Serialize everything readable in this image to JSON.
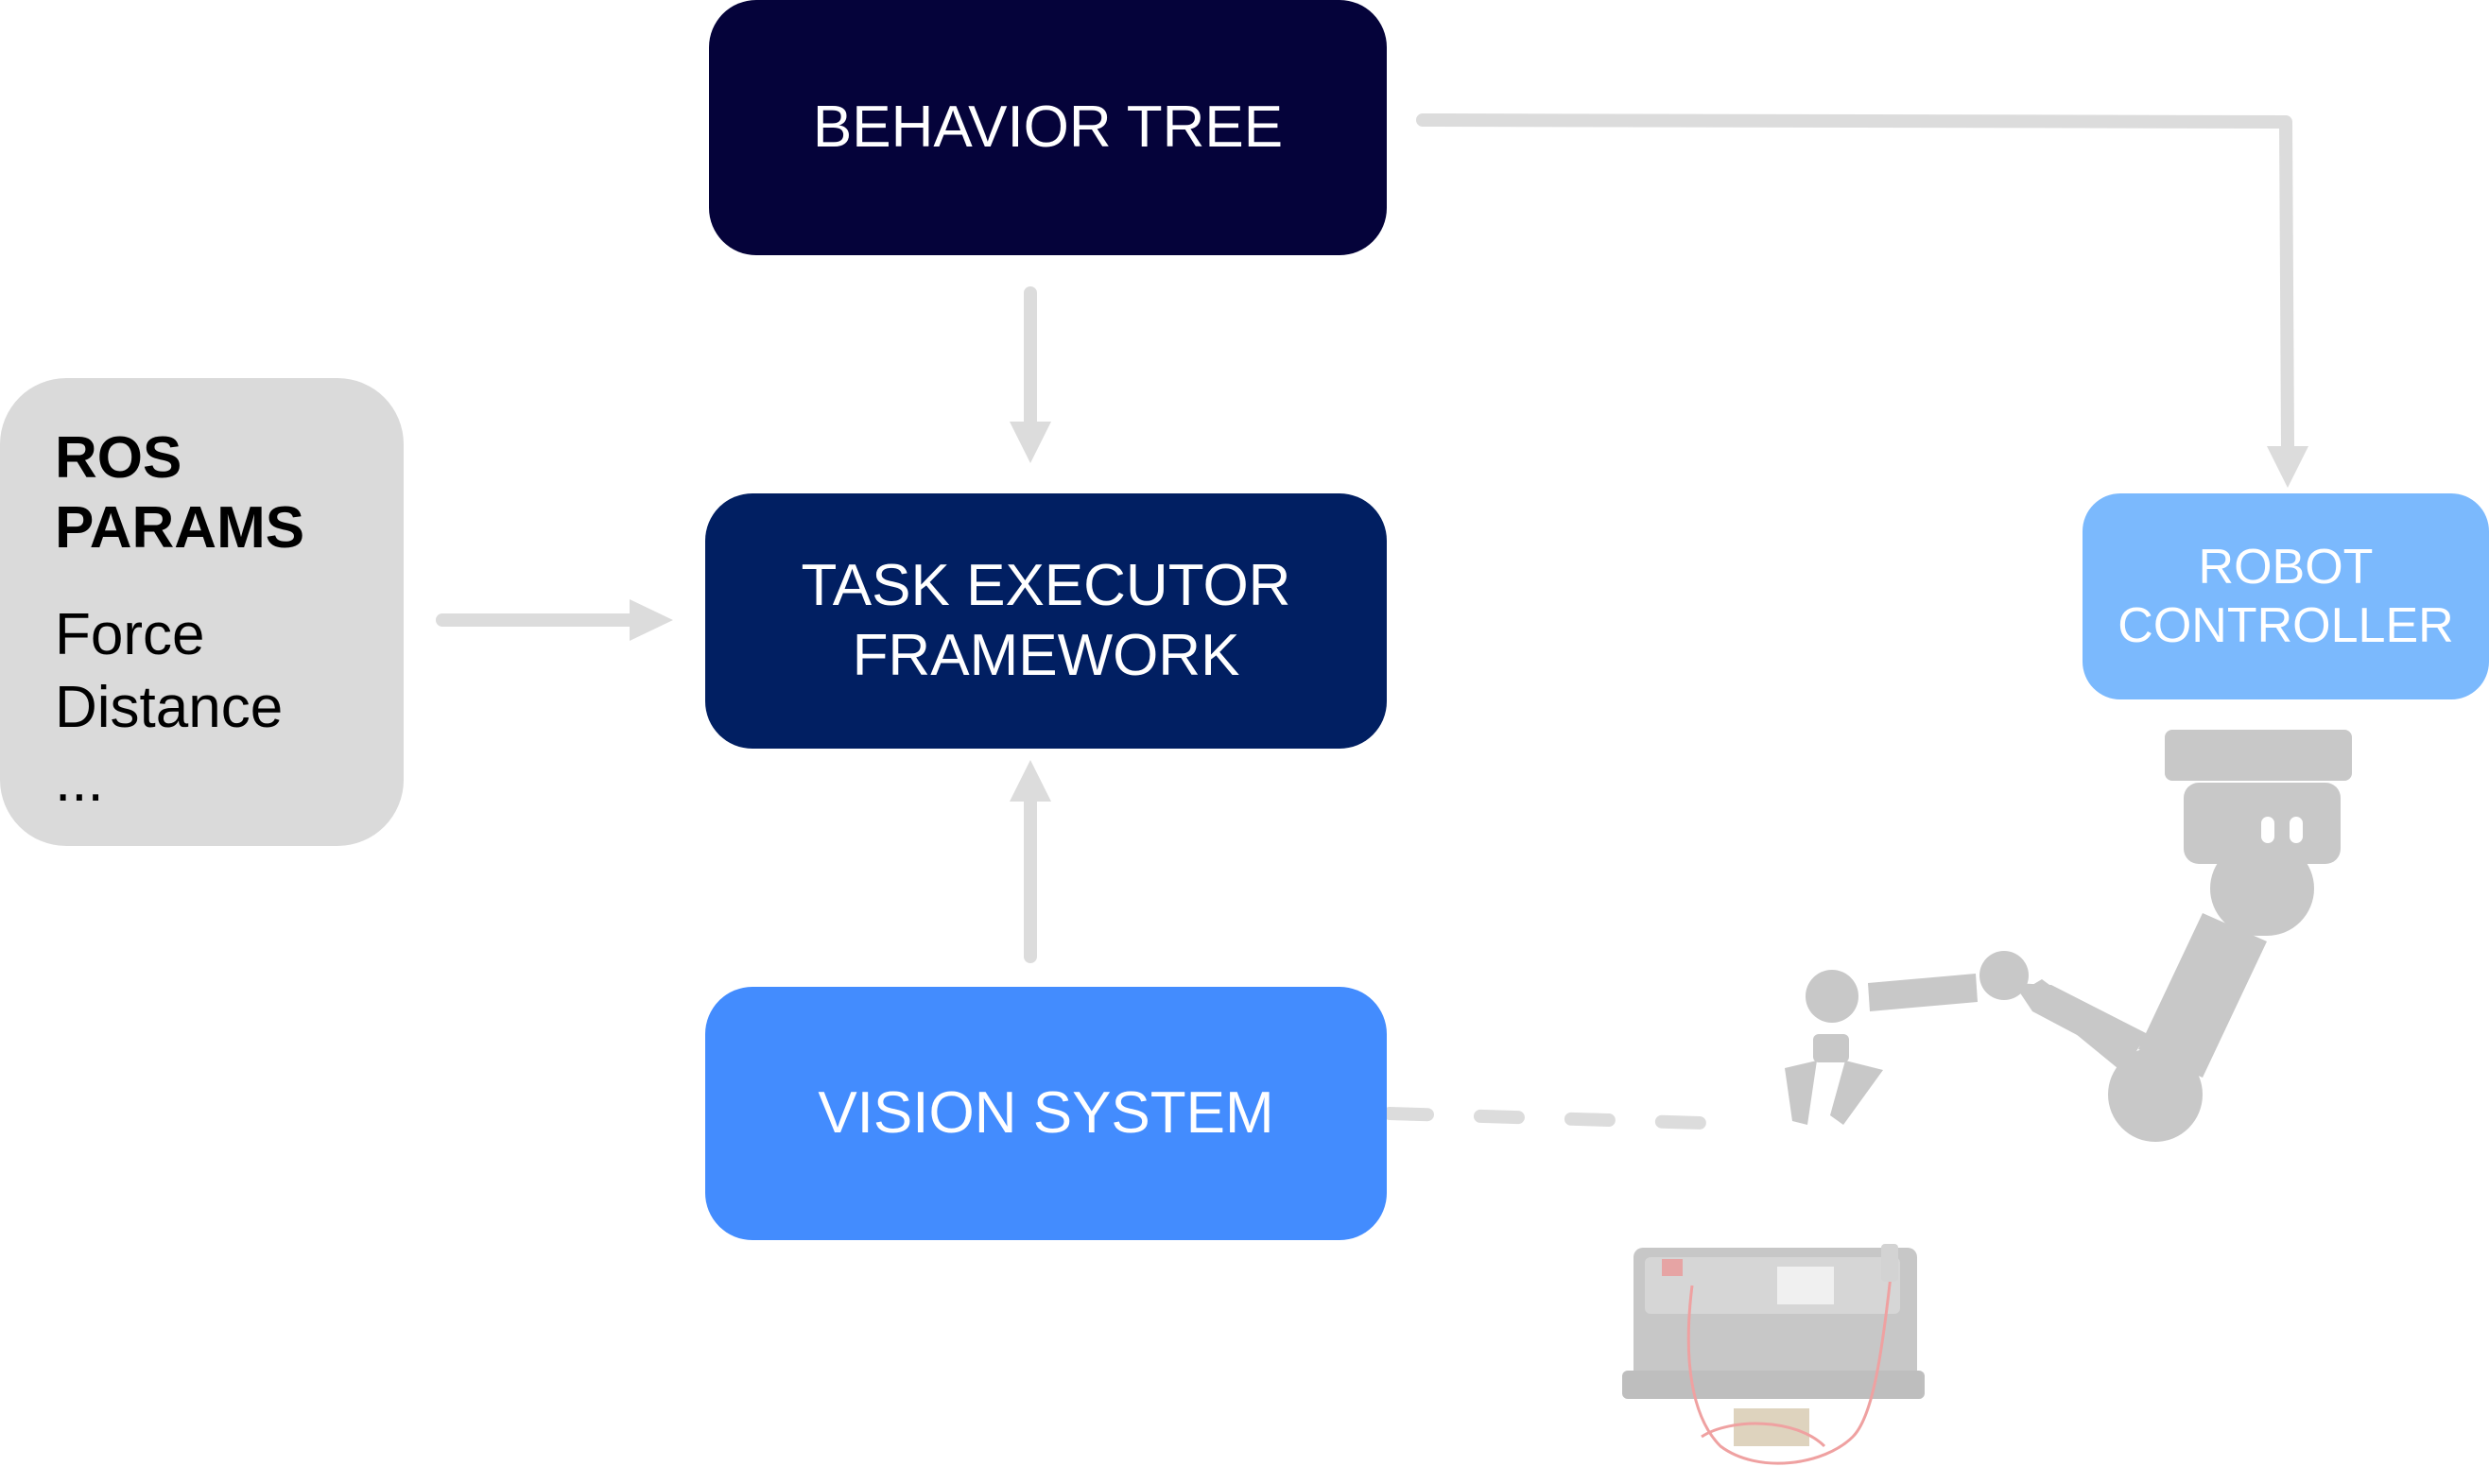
{
  "nodes": {
    "behavior_tree": "BEHAVIOR TREE",
    "task_executor": [
      "TASK EXECUTOR",
      "FRAMEWORK"
    ],
    "vision_system": "VISION SYSTEM",
    "robot_controller": [
      "ROBOT",
      "CONTROLLER"
    ],
    "ros_params": {
      "title": [
        "ROS",
        "PARAMS"
      ],
      "items": [
        "Force",
        "Distance",
        "..."
      ]
    }
  },
  "colors": {
    "behavior_tree": "#05033a",
    "task_executor": "#011f62",
    "vision_system": "#438cfe",
    "robot_controller": "#7bb9fd",
    "ros_params": "#dadada",
    "connector": "#dcdcdc",
    "robot_art": "#c8c8c8",
    "wire": "#e25555"
  },
  "icons": {
    "robot": "robot-arm-icon",
    "device": "device-photo-icon"
  }
}
